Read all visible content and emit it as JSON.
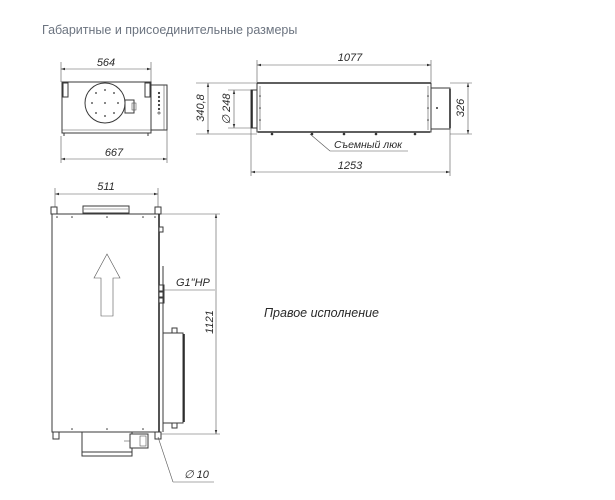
{
  "header": {
    "title": "Габаритные и присоединительные размеры"
  },
  "front_view": {
    "dim_top": "564",
    "dim_bottom": "667"
  },
  "side_view": {
    "dim_top": "1077",
    "dim_height_left": "340,8",
    "dim_diameter": "∅ 248",
    "dim_height_right": "326",
    "dim_bottom": "1253",
    "callout_hatch": "Съемный люк"
  },
  "plan_view": {
    "dim_top": "511",
    "dim_height": "1121",
    "callout_pipe": "G1\"HP",
    "callout_hole": "∅ 10",
    "orientation_label": "Правое исполнение"
  },
  "colors": {
    "title": "#6c7480",
    "line": "#3a3a3a",
    "background": "#ffffff"
  }
}
